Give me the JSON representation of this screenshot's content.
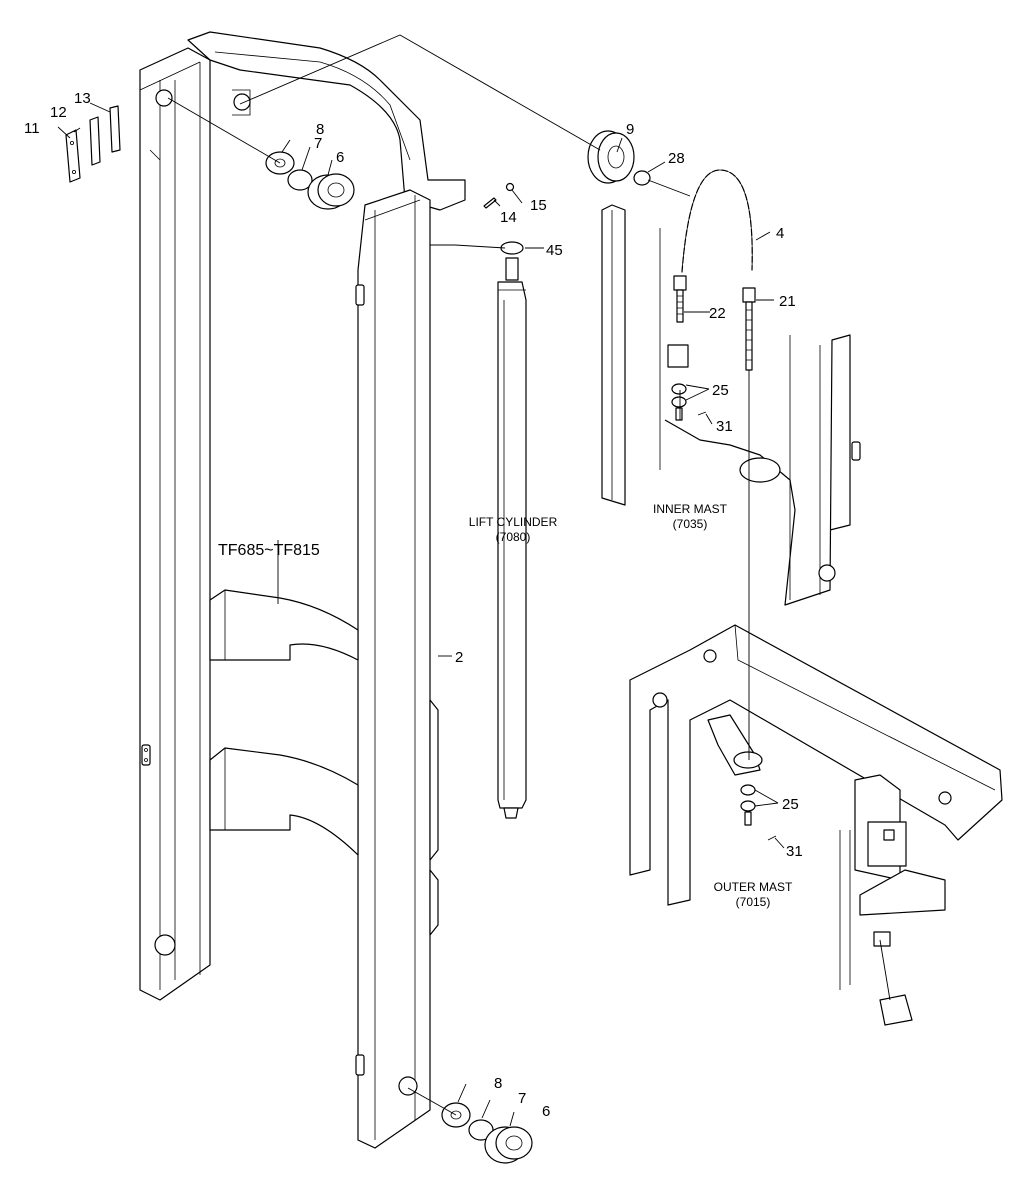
{
  "callouts": {
    "c2": "2",
    "c4": "4",
    "c6a": "6",
    "c6b": "6",
    "c7a": "7",
    "c7b": "7",
    "c8a": "8",
    "c8b": "8",
    "c9": "9",
    "c11": "11",
    "c12": "12",
    "c13": "13",
    "c14": "14",
    "c15": "15",
    "c21": "21",
    "c22": "22",
    "c25a": "25",
    "c25b": "25",
    "c28": "28",
    "c31a": "31",
    "c31b": "31",
    "c45": "45"
  },
  "model_range": "TF685~TF815",
  "labels": {
    "lift_cylinder": "LIFT CYLINDER",
    "lift_cylinder_code": "(7080)",
    "inner_mast": "INNER MAST",
    "inner_mast_code": "(7035)",
    "outer_mast": "OUTER MAST",
    "outer_mast_code": "(7015)"
  }
}
